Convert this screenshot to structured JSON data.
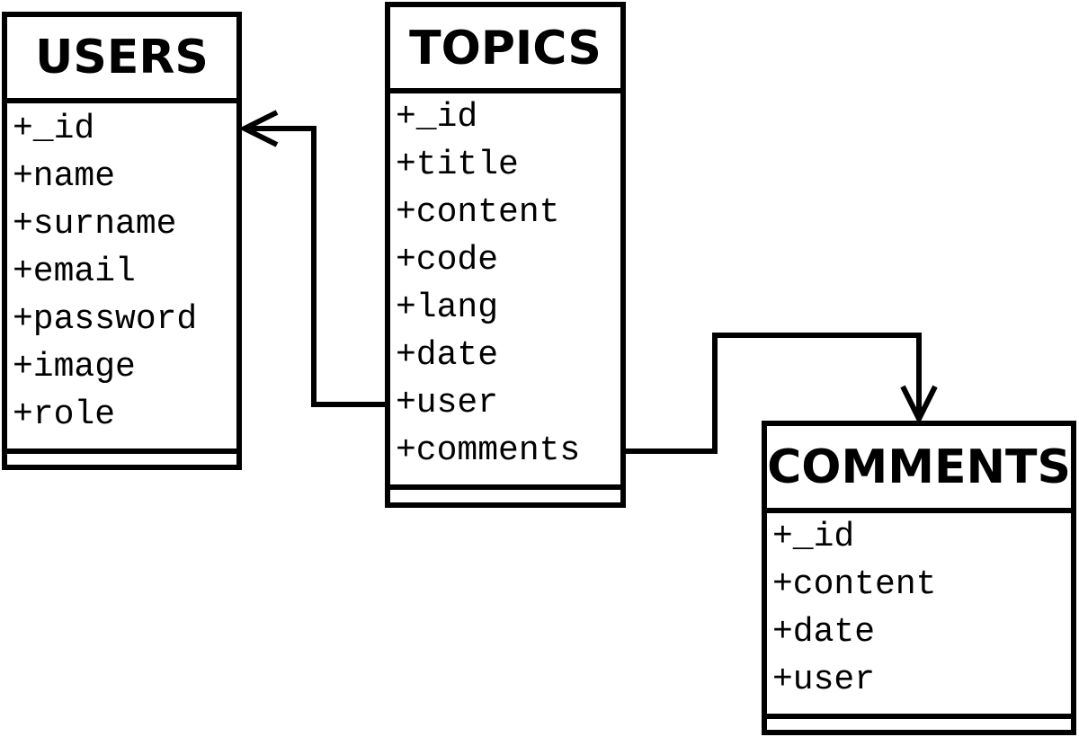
{
  "entities": {
    "users": {
      "title": "USERS",
      "fields": [
        "+_id",
        "+name",
        "+surname",
        "+email",
        "+password",
        "+image",
        "+role"
      ]
    },
    "topics": {
      "title": "TOPICS",
      "fields": [
        "+_id",
        "+title",
        "+content",
        "+code",
        "+lang",
        "+date",
        "+user",
        "+comments"
      ]
    },
    "comments": {
      "title": "COMMENTS",
      "fields": [
        "+_id",
        "+content",
        "+date",
        "+user"
      ]
    }
  }
}
